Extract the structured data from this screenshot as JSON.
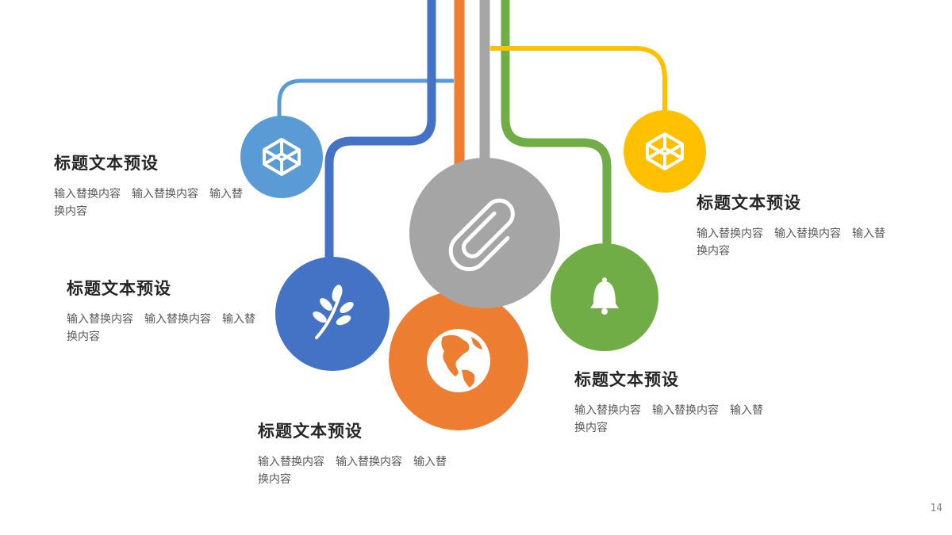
{
  "page_number": "14",
  "items": [
    {
      "id": "left-top",
      "title": "标题文本预设",
      "body": "输入替换内容　输入替换内容　输入替换内容",
      "color": "#5b9bd5",
      "icon": "codepen-cube-icon"
    },
    {
      "id": "left-mid",
      "title": "标题文本预设",
      "body": "输入替换内容　输入替换内容　输入替换内容",
      "color": "#4472c4",
      "icon": "leaf-branch-icon"
    },
    {
      "id": "bottom",
      "title": "标题文本预设",
      "body": "输入替换内容　输入替换内容　输入替换内容",
      "color": "#ed7d31",
      "icon": "globe-icon"
    },
    {
      "id": "right-mid",
      "title": "标题文本预设",
      "body": "输入替换内容　输入替换内容　输入替换内容",
      "color": "#70ad47",
      "icon": "bell-icon"
    },
    {
      "id": "right-top",
      "title": "标题文本预设",
      "body": "输入替换内容　输入替换内容　输入替换内容",
      "color": "#ffc000",
      "icon": "codepen-cube-icon"
    }
  ],
  "center": {
    "color": "#a5a5a5",
    "icon": "paperclip-icon"
  }
}
